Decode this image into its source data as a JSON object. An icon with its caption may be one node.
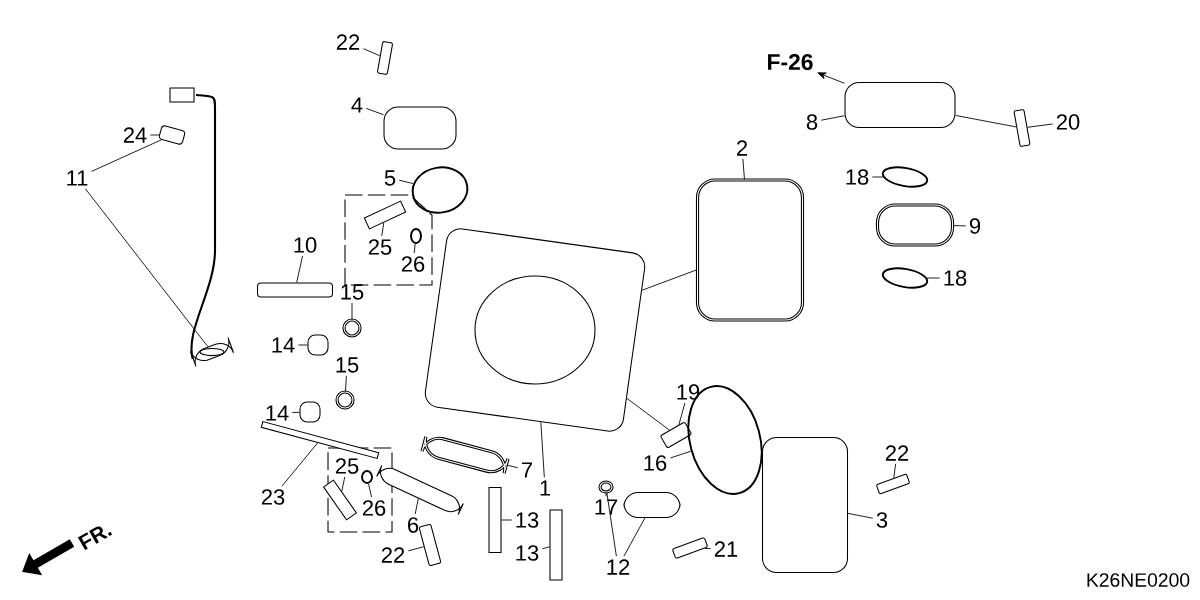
{
  "diagram": {
    "nodes": [
      {
        "text": [
          "F-26"
        ]
      },
      {
        "text": [
          "22"
        ]
      },
      {
        "text": [],
        "shape": "bolt"
      },
      {
        "text": [
          "4"
        ]
      },
      {
        "text": [],
        "shape": "box"
      },
      {
        "text": [
          "5"
        ]
      },
      {
        "text": [],
        "shape": "ring"
      },
      {
        "text": [
          "8"
        ]
      },
      {
        "text": [],
        "shape": "box"
      },
      {
        "text": [
          "20"
        ]
      },
      {
        "text": [],
        "shape": "bolt"
      },
      {
        "text": [
          "2"
        ]
      },
      {
        "text": [],
        "shape": "gasket"
      },
      {
        "text": [
          "18"
        ]
      },
      {
        "text": [],
        "shape": "ring"
      },
      {
        "text": [
          "9"
        ]
      },
      {
        "text": [],
        "shape": "gasket"
      },
      {
        "text": [
          "18"
        ]
      },
      {
        "text": [],
        "shape": "ring"
      },
      {
        "text": [
          "24"
        ]
      },
      {
        "text": [],
        "shape": "clip"
      },
      {
        "text": [
          "11"
        ]
      },
      {
        "text": [],
        "shape": "picture"
      },
      {
        "text": [
          "10"
        ]
      },
      {
        "text": [],
        "shape": "plug"
      },
      {
        "text": [
          "25"
        ]
      },
      {
        "text": [],
        "shape": "stud"
      },
      {
        "text": [
          "26"
        ]
      },
      {
        "text": [],
        "shape": "ring"
      },
      {
        "text": [
          "15"
        ]
      },
      {
        "text": [],
        "shape": "washer"
      },
      {
        "text": [
          "14"
        ]
      },
      {
        "text": [],
        "shape": "nut"
      },
      {
        "text": [
          "15"
        ]
      },
      {
        "text": [],
        "shape": "washer"
      },
      {
        "text": [
          "14"
        ]
      },
      {
        "text": [],
        "shape": "nut"
      },
      {
        "text": [],
        "shape": "picture"
      },
      {
        "text": [
          "1"
        ]
      },
      {
        "text": [
          "19"
        ]
      },
      {
        "text": [],
        "shape": "bolt"
      },
      {
        "text": [
          "16"
        ]
      },
      {
        "text": [],
        "shape": "ring"
      },
      {
        "text": [
          "22"
        ]
      },
      {
        "text": [],
        "shape": "bolt"
      },
      {
        "text": [
          "3"
        ]
      },
      {
        "text": [],
        "shape": "box"
      },
      {
        "text": [
          "7"
        ]
      },
      {
        "text": [],
        "shape": "gasket"
      },
      {
        "text": [
          "6"
        ]
      },
      {
        "text": [],
        "shape": "box"
      },
      {
        "text": [
          "23"
        ]
      },
      {
        "text": [],
        "shape": "stud"
      },
      {
        "text": [
          "25"
        ]
      },
      {
        "text": [],
        "shape": "stud"
      },
      {
        "text": [
          "26"
        ]
      },
      {
        "text": [],
        "shape": "ring"
      },
      {
        "text": [
          "13"
        ]
      },
      {
        "text": [],
        "shape": "stud"
      },
      {
        "text": [
          "13"
        ]
      },
      {
        "text": [],
        "shape": "stud"
      },
      {
        "text": [
          "22"
        ]
      },
      {
        "text": [],
        "shape": "bolt"
      },
      {
        "text": [
          "17"
        ]
      },
      {
        "text": [],
        "shape": "washer"
      },
      {
        "text": [
          "12"
        ]
      },
      {
        "text": [],
        "shape": "box"
      },
      {
        "text": [
          "21"
        ]
      },
      {
        "text": [],
        "shape": "bolt"
      }
    ],
    "edges": [
      {
        "from": 8,
        "to": 0,
        "arrow": "to"
      },
      {
        "from": 1,
        "to": 2,
        "arrow": "none"
      },
      {
        "from": 3,
        "to": 4,
        "arrow": "none"
      },
      {
        "from": 5,
        "to": 6,
        "arrow": "none"
      },
      {
        "from": 7,
        "to": 8,
        "arrow": "none"
      },
      {
        "from": 9,
        "to": 10,
        "arrow": "none"
      },
      {
        "from": 11,
        "to": 12,
        "arrow": "none"
      },
      {
        "from": 13,
        "to": 14,
        "arrow": "none"
      },
      {
        "from": 15,
        "to": 16,
        "arrow": "none"
      },
      {
        "from": 17,
        "to": 18,
        "arrow": "none"
      },
      {
        "from": 19,
        "to": 20,
        "arrow": "none"
      },
      {
        "from": 21,
        "to": 20,
        "arrow": "none"
      },
      {
        "from": 21,
        "to": 22,
        "arrow": "none"
      },
      {
        "from": 23,
        "to": 24,
        "arrow": "none"
      },
      {
        "from": 25,
        "to": 26,
        "arrow": "none"
      },
      {
        "from": 27,
        "to": 28,
        "arrow": "none"
      },
      {
        "from": 29,
        "to": 30,
        "arrow": "none"
      },
      {
        "from": 31,
        "to": 32,
        "arrow": "none"
      },
      {
        "from": 33,
        "to": 34,
        "arrow": "none"
      },
      {
        "from": 35,
        "to": 36,
        "arrow": "none"
      },
      {
        "from": 38,
        "to": 37,
        "arrow": "none"
      },
      {
        "from": 39,
        "to": 40,
        "arrow": "none"
      },
      {
        "from": 41,
        "to": 42,
        "arrow": "none"
      },
      {
        "from": 43,
        "to": 44,
        "arrow": "none"
      },
      {
        "from": 45,
        "to": 46,
        "arrow": "none"
      },
      {
        "from": 47,
        "to": 48,
        "arrow": "none"
      },
      {
        "from": 49,
        "to": 50,
        "arrow": "none"
      },
      {
        "from": 51,
        "to": 52,
        "arrow": "none"
      },
      {
        "from": 53,
        "to": 54,
        "arrow": "none"
      },
      {
        "from": 55,
        "to": 56,
        "arrow": "none"
      },
      {
        "from": 57,
        "to": 58,
        "arrow": "none"
      },
      {
        "from": 59,
        "to": 60,
        "arrow": "none"
      },
      {
        "from": 61,
        "to": 62,
        "arrow": "none"
      },
      {
        "from": 63,
        "to": 64,
        "arrow": "none"
      },
      {
        "from": 65,
        "to": 64,
        "arrow": "none"
      },
      {
        "from": 65,
        "to": 66,
        "arrow": "none"
      },
      {
        "from": 67,
        "to": 68,
        "arrow": "none"
      },
      {
        "from": 10,
        "to": 8,
        "arrow": "none"
      },
      {
        "from": 12,
        "to": 37,
        "arrow": "none"
      },
      {
        "from": 40,
        "to": 37,
        "arrow": "none"
      }
    ],
    "labels": [
      "FR.",
      "K26NE0200"
    ]
  }
}
